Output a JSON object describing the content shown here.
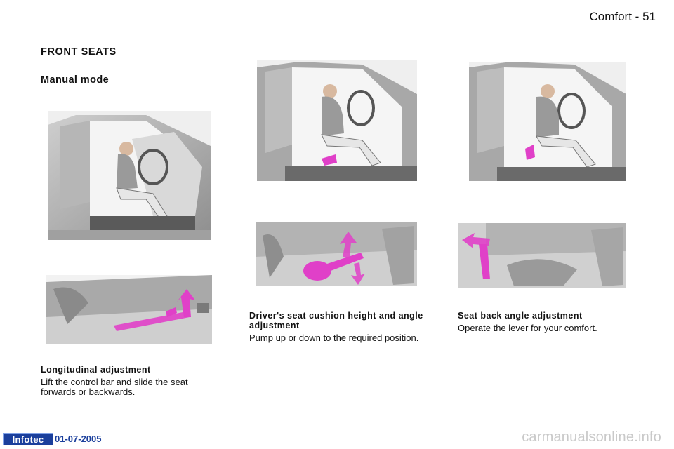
{
  "header": {
    "section": "Comfort",
    "separator": "-",
    "page_number": "51"
  },
  "titles": {
    "main": "FRONT SEATS",
    "sub": "Manual mode"
  },
  "captions": {
    "longitudinal": {
      "title": "Longitudinal adjustment",
      "body": "Lift the control bar and slide the seat forwards or backwards."
    },
    "cushion": {
      "title": "Driver's seat cushion height and angle adjustment",
      "body": "Pump up or down to the required position."
    },
    "seatback": {
      "title": "Seat back angle adjustment",
      "body": "Operate the lever for your comfort."
    }
  },
  "footer": {
    "logo": "Infotec",
    "date": "01-07-2005",
    "watermark": "carmanualsonline.info"
  },
  "colors": {
    "accent_control": "#e040c8",
    "logo_bg": "#1b3f9c"
  }
}
